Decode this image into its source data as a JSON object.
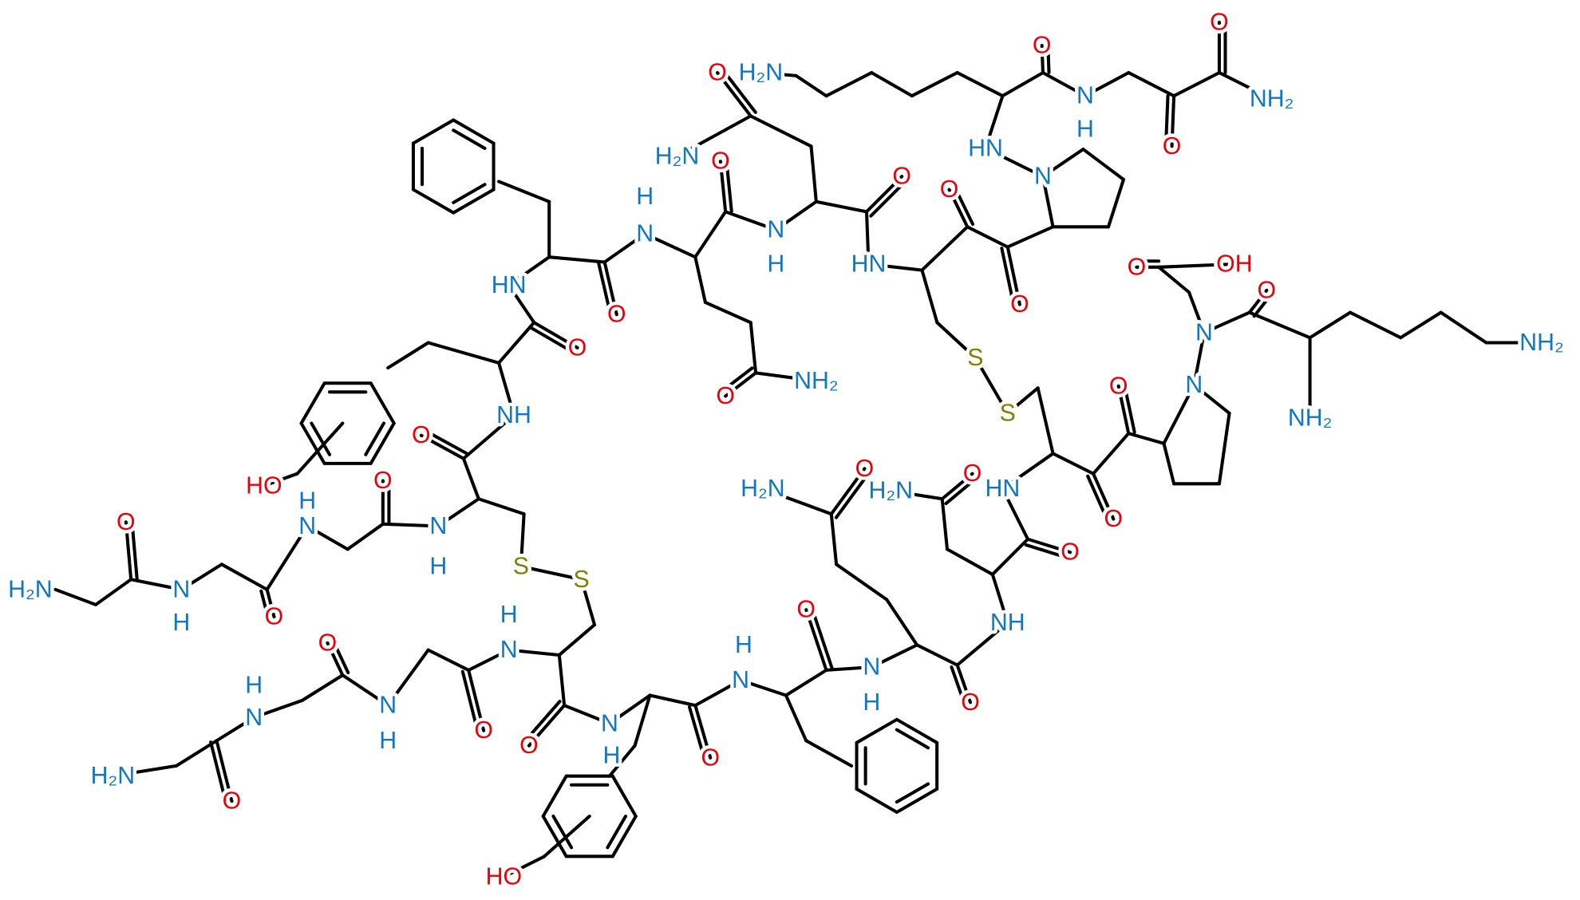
{
  "title": "Cyclic peptide dimer structure with disulfide bridges",
  "colors": {
    "N": "#1177c0",
    "O": "#e8000b",
    "S": "#808000",
    "C": "#000000"
  },
  "atoms": [
    {
      "text": "H₂N",
      "el": "N"
    },
    {
      "text": "O",
      "el": "O"
    },
    {
      "text": "O",
      "el": "O"
    },
    {
      "text": "N",
      "el": "N"
    },
    {
      "text": "H",
      "el": "N"
    },
    {
      "text": "O",
      "el": "O"
    },
    {
      "text": "NH₂",
      "el": "N"
    },
    {
      "text": "O",
      "el": "O"
    },
    {
      "text": "HN",
      "el": "N"
    },
    {
      "text": "N",
      "el": "N"
    },
    {
      "text": "H₂N",
      "el": "N"
    },
    {
      "text": "O",
      "el": "O"
    },
    {
      "text": "H",
      "el": "N"
    },
    {
      "text": "N",
      "el": "N"
    },
    {
      "text": "O",
      "el": "O"
    },
    {
      "text": "N",
      "el": "N"
    },
    {
      "text": "H",
      "el": "N"
    },
    {
      "text": "HN",
      "el": "N"
    },
    {
      "text": "O",
      "el": "O"
    },
    {
      "text": "O",
      "el": "O"
    },
    {
      "text": "O",
      "el": "O"
    },
    {
      "text": "HN",
      "el": "N"
    },
    {
      "text": "O",
      "el": "O"
    },
    {
      "text": "NH",
      "el": "N"
    },
    {
      "text": "O",
      "el": "O"
    },
    {
      "text": "O",
      "el": "O"
    },
    {
      "text": "NH₂",
      "el": "N"
    },
    {
      "text": "S",
      "el": "S"
    },
    {
      "text": "S",
      "el": "S"
    },
    {
      "text": "O",
      "el": "O"
    },
    {
      "text": "OH",
      "el": "O"
    },
    {
      "text": "O",
      "el": "O"
    },
    {
      "text": "N",
      "el": "N"
    },
    {
      "text": "NH₂",
      "el": "N"
    },
    {
      "text": "NH₂",
      "el": "N"
    },
    {
      "text": "N",
      "el": "N"
    },
    {
      "text": "O",
      "el": "O"
    },
    {
      "text": "HN",
      "el": "N"
    },
    {
      "text": "O",
      "el": "O"
    },
    {
      "text": "O",
      "el": "O"
    },
    {
      "text": "H₂N",
      "el": "N"
    },
    {
      "text": "O",
      "el": "O"
    },
    {
      "text": "H₂N",
      "el": "N"
    },
    {
      "text": "HO",
      "el": "O"
    },
    {
      "text": "O",
      "el": "O"
    },
    {
      "text": "H",
      "el": "N"
    },
    {
      "text": "N",
      "el": "N"
    },
    {
      "text": "N",
      "el": "N"
    },
    {
      "text": "H",
      "el": "N"
    },
    {
      "text": "O",
      "el": "O"
    },
    {
      "text": "H₂N",
      "el": "N"
    },
    {
      "text": "N",
      "el": "N"
    },
    {
      "text": "H",
      "el": "N"
    },
    {
      "text": "O",
      "el": "O"
    },
    {
      "text": "S",
      "el": "S"
    },
    {
      "text": "S",
      "el": "S"
    },
    {
      "text": "H",
      "el": "N"
    },
    {
      "text": "N",
      "el": "N"
    },
    {
      "text": "O",
      "el": "O"
    },
    {
      "text": "NH",
      "el": "N"
    },
    {
      "text": "H",
      "el": "N"
    },
    {
      "text": "N",
      "el": "N"
    },
    {
      "text": "N",
      "el": "N"
    },
    {
      "text": "H",
      "el": "N"
    },
    {
      "text": "O",
      "el": "O"
    },
    {
      "text": "O",
      "el": "O"
    },
    {
      "text": "O",
      "el": "O"
    },
    {
      "text": "H",
      "el": "N"
    },
    {
      "text": "N",
      "el": "N"
    },
    {
      "text": "N",
      "el": "N"
    },
    {
      "text": "H",
      "el": "N"
    },
    {
      "text": "O",
      "el": "O"
    },
    {
      "text": "O",
      "el": "O"
    },
    {
      "text": "N",
      "el": "N"
    },
    {
      "text": "H",
      "el": "N"
    },
    {
      "text": "O",
      "el": "O"
    },
    {
      "text": "H₂N",
      "el": "N"
    },
    {
      "text": "O",
      "el": "O"
    },
    {
      "text": "HO",
      "el": "O"
    }
  ]
}
